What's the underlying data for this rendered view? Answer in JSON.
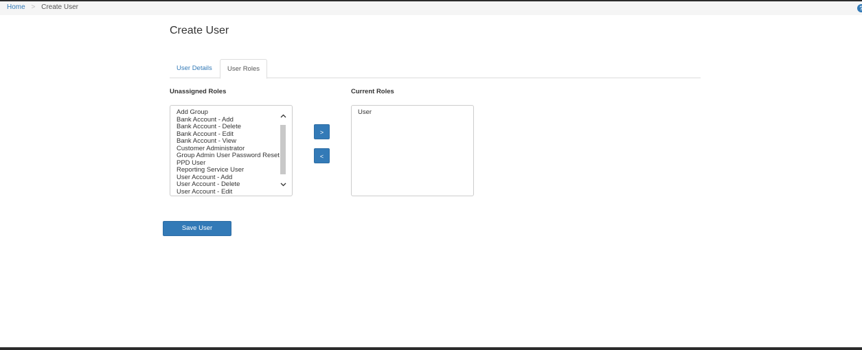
{
  "breadcrumb": {
    "home": "Home",
    "separator": ">",
    "current": "Create User"
  },
  "help": {
    "icon": "help-icon",
    "glyph": "?"
  },
  "page": {
    "title": "Create User"
  },
  "tabs": [
    {
      "label": "User Details",
      "active": false
    },
    {
      "label": "User Roles",
      "active": true
    }
  ],
  "unassigned": {
    "label": "Unassigned Roles",
    "items": [
      "Add Group",
      "Bank Account - Add",
      "Bank Account - Delete",
      "Bank Account - Edit",
      "Bank Account - View",
      "Customer Administrator",
      "Group Admin User Password Reset",
      "PPD User",
      "Reporting Service User",
      "User Account - Add",
      "User Account - Delete",
      "User Account - Edit"
    ]
  },
  "current": {
    "label": "Current Roles",
    "items": [
      "User"
    ]
  },
  "buttons": {
    "move_right": ">",
    "move_left": "<",
    "save": "Save User"
  },
  "scroll": {
    "up": "^",
    "down": "v"
  },
  "colors": {
    "primary": "#337ab7",
    "breadcrumb_bg": "#f5f5f5"
  }
}
